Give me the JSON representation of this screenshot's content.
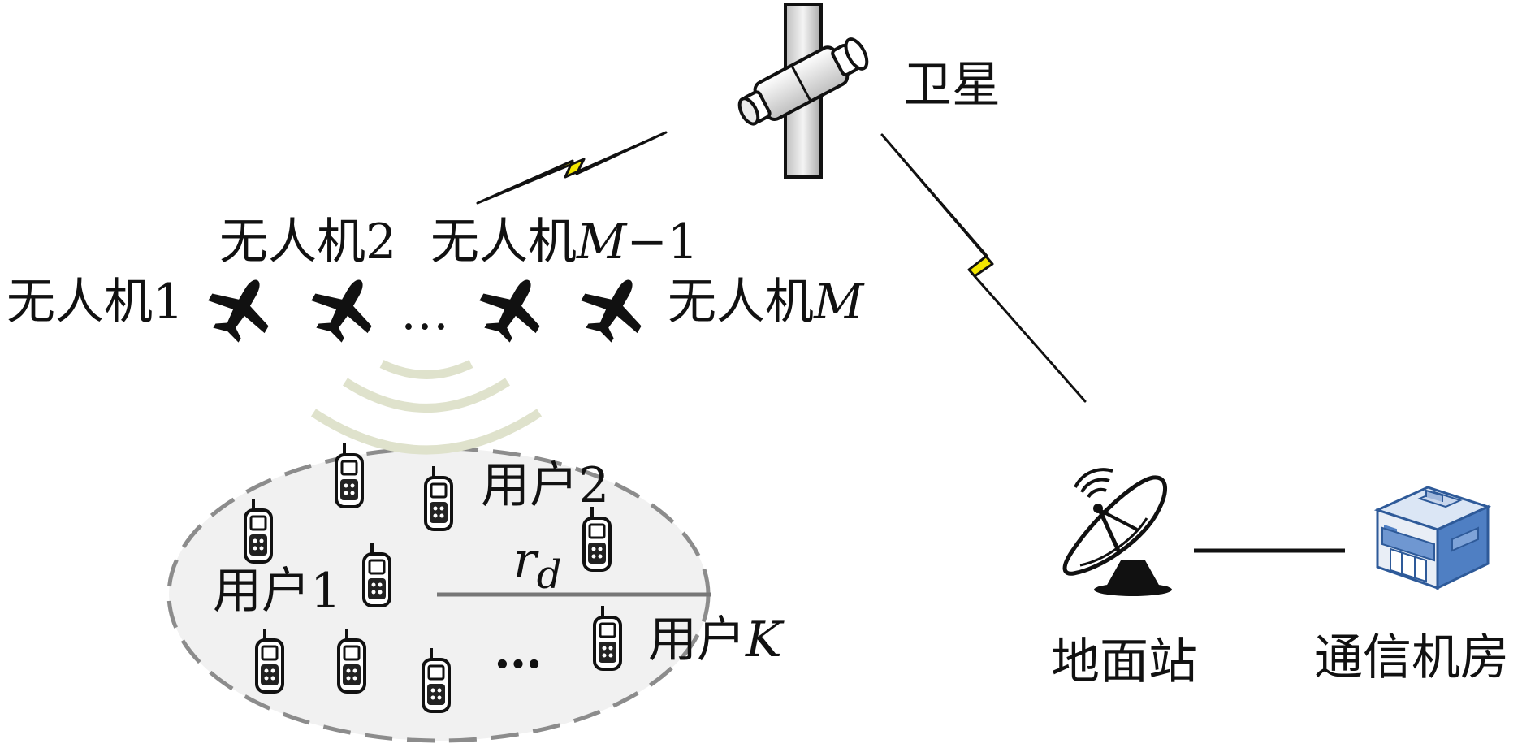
{
  "labels": {
    "satellite": "卫星",
    "uav_1": "无人机1",
    "uav_2": "无人机2",
    "uav_prefix": "无人机",
    "uav_m_minus_1_suffix": "M−1",
    "uav_m_suffix": "M",
    "uav_ellipsis": "…",
    "user_1": "用户1",
    "user_2": "用户2",
    "user_prefix": "用户",
    "user_k_suffix": "K",
    "user_ellipsis": "…",
    "radius": "r",
    "radius_sub": "d",
    "ground_station": "地面站",
    "comm_room": "通信机房"
  },
  "colors": {
    "lightning": "#f2e600",
    "signal_wave": "#dfe2cc",
    "coverage_fill": "#f1f1f1",
    "coverage_stroke": "#8c8c8c",
    "building_blue": "#4f7fc3"
  },
  "icons": {
    "satellite": "satellite-icon",
    "uav": "airplane-icon",
    "user": "handset-icon",
    "ground_station": "satellite-dish-icon",
    "comm_room": "building-icon"
  }
}
